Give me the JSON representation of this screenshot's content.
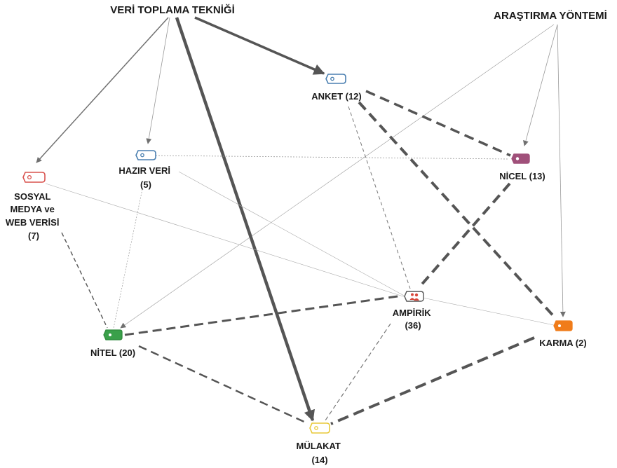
{
  "nodes": {
    "veri_toplama": {
      "label": "VERİ TOPLAMA TEKNİĞİ"
    },
    "arastirma": {
      "label": "ARAŞTIRMA YÖNTEMİ"
    },
    "anket": {
      "label": "ANKET (12)",
      "color": "#4a7fb0",
      "icon": "tag-icon"
    },
    "hazir_veri": {
      "label_lines": [
        "HAZIR VERİ",
        "(5)"
      ],
      "color": "#4a7fb0",
      "icon": "tag-icon"
    },
    "sosyal_medya": {
      "label_lines": [
        "SOSYAL",
        "MEDYA ve",
        "WEB VERİSİ",
        "(7)"
      ],
      "color": "#d9534f",
      "icon": "tag-icon"
    },
    "nicel": {
      "label": "NİCEL (13)",
      "color": "#a0507a",
      "icon": "tag-icon"
    },
    "ampirik": {
      "label_lines": [
        "AMPİRİK",
        "(36)"
      ],
      "color": "#d9473a",
      "icon": "people-icon"
    },
    "nitel": {
      "label": "NİTEL (20)",
      "color": "#3aa04a",
      "icon": "tag-icon"
    },
    "karma": {
      "label": "KARMA (2)",
      "color": "#f07c1a",
      "icon": "tag-icon"
    },
    "mulakat": {
      "label_lines": [
        "MÜLAKAT",
        "(14)"
      ],
      "color": "#e8c93a",
      "icon": "tag-icon"
    }
  }
}
